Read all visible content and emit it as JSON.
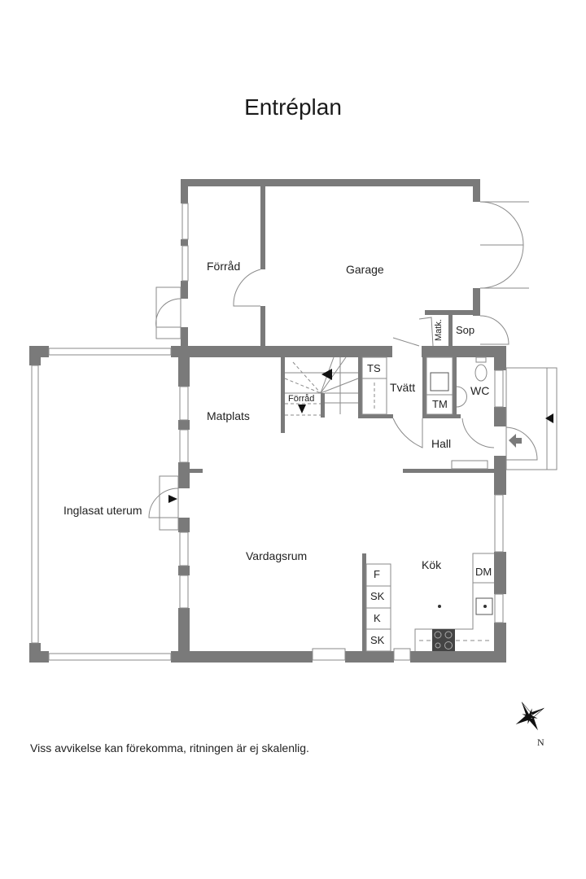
{
  "title": "Entréplan",
  "rooms": {
    "forrad_top": "Förråd",
    "garage": "Garage",
    "matk": "Matk.",
    "sop": "Sop",
    "ts": "TS",
    "tvatt": "Tvätt",
    "tm": "TM",
    "wc": "WC",
    "forrad_stair": "Förråd",
    "matplats": "Matplats",
    "hall": "Hall",
    "inglasat": "Inglasat uterum",
    "vardagsrum": "Vardagsrum",
    "kok": "Kök",
    "dm": "DM"
  },
  "kitchen_units": [
    "F",
    "SK",
    "K",
    "SK"
  ],
  "footer_note": "Viss avvikelse kan förekomma, ritningen är ej skalenlig.",
  "compass": {
    "label": "N",
    "icon": "compass-rose-icon"
  },
  "colors": {
    "wall": "#7a7a7a",
    "line": "#8a8a8a",
    "text": "#222222"
  }
}
